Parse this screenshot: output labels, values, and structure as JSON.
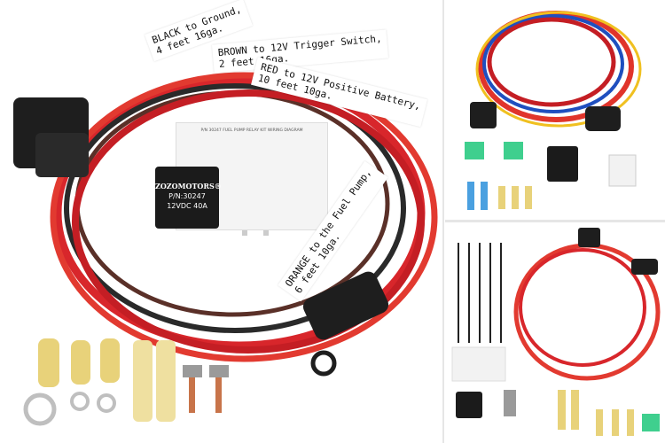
{
  "main_image": {
    "labels": {
      "black": [
        "BLACK to Ground,",
        "4 feet 16ga."
      ],
      "brown": [
        "BROWN to 12V Trigger Switch,",
        "2 feet 16ga."
      ],
      "red": [
        "RED to 12V Positive Battery,",
        "10 feet 10ga."
      ],
      "orange": [
        "ORANGE to the Fuel Pump,",
        "6 feet 10ga."
      ]
    },
    "relay": {
      "brand": "ZOZOMOTORS®",
      "part_number": "P/N:30247",
      "spec": "12VDC 40A"
    },
    "diagram_title": "P/N 30247 FUEL PUMP RELAY KIT WIRING DIAGRAM"
  },
  "colors": {
    "wire_red": "#d8262b",
    "wire_black": "#2a2a2a",
    "wire_brown": "#5a3028",
    "fuse_green": "#3fcf8e",
    "terminal_yellow": "#e8d27a",
    "background": "#ffffff"
  }
}
